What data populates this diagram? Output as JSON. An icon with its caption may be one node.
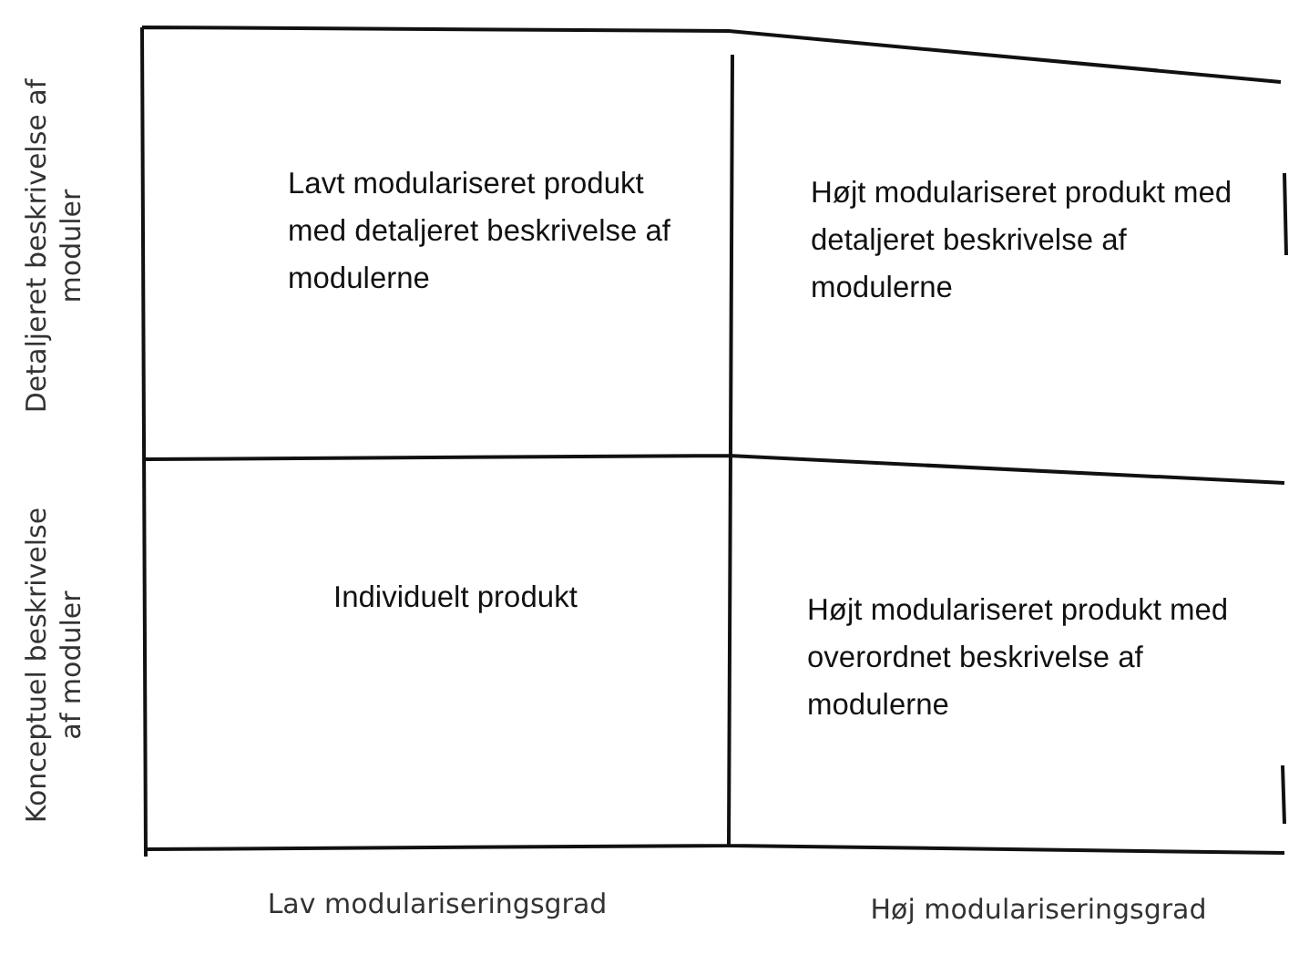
{
  "diagram": {
    "nodes": [
      {
        "text": [
          "Lavt modulariseret produkt med detaljeret beskrivelse af modulerne"
        ]
      },
      {
        "text": [
          "Højt modulariseret produkt med detaljeret beskrivelse af modulerne"
        ]
      },
      {
        "text": [
          "Individuelt produkt"
        ]
      },
      {
        "text": [
          "Højt modulariseret produkt med overordnet beskrivelse af modulerne"
        ]
      }
    ],
    "labels": [
      "Detaljeret beskrivelse af moduler",
      "Konceptuel beskrivelse af moduler",
      "Lav modulariseringsgrad",
      "Høj modulariseringsgrad"
    ]
  }
}
